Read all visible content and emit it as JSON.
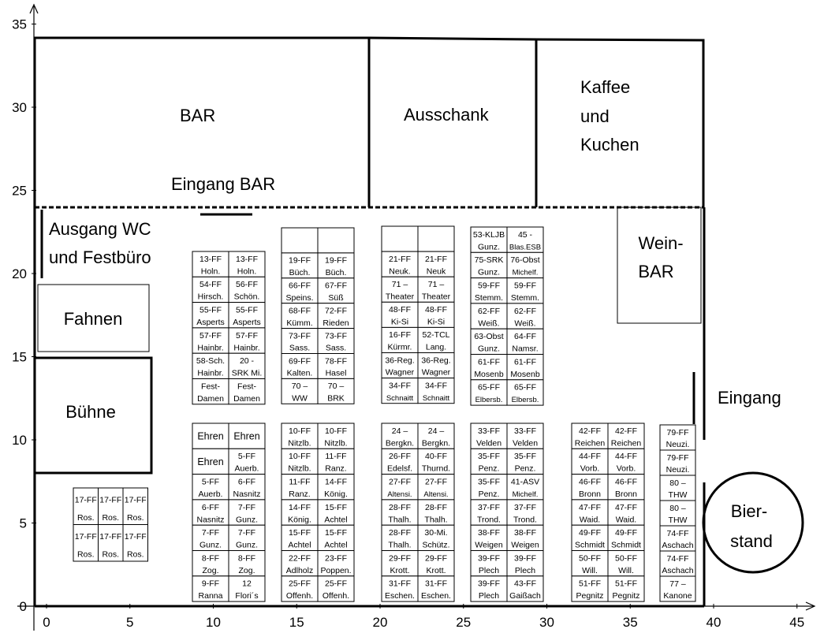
{
  "axes": {
    "x_ticks": [
      "0",
      "5",
      "10",
      "15",
      "20",
      "25",
      "30",
      "35",
      "40",
      "45"
    ],
    "y_ticks": [
      "0",
      "5",
      "10",
      "15",
      "20",
      "25",
      "30",
      "35"
    ]
  },
  "labels": {
    "bar": "BAR",
    "ausschank": "Ausschank",
    "kaffee": [
      "Kaffee",
      "und",
      "Kuchen"
    ],
    "eingang_bar": "Eingang BAR",
    "ausgang_wc": [
      "Ausgang WC",
      "und Festbüro"
    ],
    "fahnen": "Fahnen",
    "buehne": "Bühne",
    "wein_bar": [
      "Wein-",
      "BAR"
    ],
    "eingang": "Eingang",
    "bierstand": [
      "Bier-",
      "stand"
    ]
  },
  "ros_block": [
    [
      [
        "17-FF",
        "Ros."
      ],
      [
        "17-FF",
        "Ros."
      ],
      [
        "17-FF",
        "Ros."
      ]
    ],
    [
      [
        "17-FF",
        "Ros."
      ],
      [
        "17-FF",
        "Ros."
      ],
      [
        "17-FF",
        "Ros."
      ]
    ]
  ],
  "upper_blocks": [
    [
      [
        [
          "13-FF",
          "Holn."
        ],
        [
          "13-FF",
          "Holn."
        ]
      ],
      [
        [
          "54-FF",
          "Hirsch."
        ],
        [
          "56-FF",
          "Schön."
        ]
      ],
      [
        [
          "55-FF",
          "Asperts"
        ],
        [
          "55-FF",
          "Asperts"
        ]
      ],
      [
        [
          "57-FF",
          "Hainbr."
        ],
        [
          "57-FF",
          "Hainbr."
        ]
      ],
      [
        [
          "58-Sch.",
          "Hainbr."
        ],
        [
          "20 -",
          "SRK Mi."
        ]
      ],
      [
        [
          "Fest-",
          "Damen"
        ],
        [
          "Fest-",
          "Damen"
        ]
      ]
    ],
    [
      [
        [],
        []
      ],
      [
        [
          "19-FF",
          "Büch."
        ],
        [
          "19-FF",
          "Büch."
        ]
      ],
      [
        [
          "66-FF",
          "Speins."
        ],
        [
          "67-FF",
          "Süß"
        ]
      ],
      [
        [
          "68-FF",
          "Kümm."
        ],
        [
          "72-FF",
          "Rieden"
        ]
      ],
      [
        [
          "73-FF",
          "Sass."
        ],
        [
          "73-FF",
          "Sass."
        ]
      ],
      [
        [
          "69-FF",
          "Kalten."
        ],
        [
          "78-FF",
          "Hasel"
        ]
      ],
      [
        [
          "70 –",
          "WW"
        ],
        [
          "70 –",
          "BRK"
        ]
      ]
    ],
    [
      [
        [],
        []
      ],
      [
        [
          "21-FF",
          "Neuk."
        ],
        [
          "21-FF",
          "Neuk"
        ]
      ],
      [
        [
          "71 –",
          "Theater"
        ],
        [
          "71 –",
          "Theater"
        ]
      ],
      [
        [
          "48-FF",
          "Ki-Si"
        ],
        [
          "48-FF",
          "Ki-Si"
        ]
      ],
      [
        [
          "16-FF",
          "Kürmr."
        ],
        [
          "52-TCL",
          "Lang."
        ]
      ],
      [
        [
          "36-Reg.",
          "Wagner"
        ],
        [
          "36-Reg.",
          "Wagner"
        ]
      ],
      [
        [
          "34-FF",
          "Schnaitt"
        ],
        [
          "34-FF",
          "Schnaitt"
        ]
      ]
    ],
    [
      [
        [
          "53-KLJB",
          "Gunz."
        ],
        [
          "45 -",
          "Blas.ESB"
        ]
      ],
      [
        [
          "75-SRK",
          "Gunz."
        ],
        [
          "76-Obst",
          "Michelf."
        ]
      ],
      [
        [
          "59-FF",
          "Stemm."
        ],
        [
          "59-FF",
          "Stemm."
        ]
      ],
      [
        [
          "62-FF",
          "Weiß."
        ],
        [
          "62-FF",
          "Weiß."
        ]
      ],
      [
        [
          "63-Obst",
          "Gunz."
        ],
        [
          "64-FF",
          "Namsr."
        ]
      ],
      [
        [
          "61-FF",
          "Mosenb"
        ],
        [
          "61-FF",
          "Mosenb"
        ]
      ],
      [
        [
          "65-FF",
          "Elbersb."
        ],
        [
          "65-FF",
          "Elbersb."
        ]
      ]
    ]
  ],
  "lower_blocks": [
    [
      [
        [
          "Ehren"
        ],
        [
          "Ehren"
        ]
      ],
      [
        [
          "Ehren"
        ],
        [
          "5-FF",
          "Auerb."
        ]
      ],
      [
        [
          "5-FF",
          "Auerb."
        ],
        [
          "6-FF",
          "Nasnitz"
        ]
      ],
      [
        [
          "6-FF",
          "Nasnitz"
        ],
        [
          "7-FF",
          "Gunz."
        ]
      ],
      [
        [
          "7-FF",
          "Gunz."
        ],
        [
          "7-FF",
          "Gunz."
        ]
      ],
      [
        [
          "8-FF",
          "Zog."
        ],
        [
          "8-FF",
          "Zog."
        ]
      ],
      [
        [
          "9-FF",
          "Ranna"
        ],
        [
          "12",
          "Flori´s"
        ]
      ]
    ],
    [
      [
        [
          "10-FF",
          "Nitzlb."
        ],
        [
          "10-FF",
          "Nitzlb."
        ]
      ],
      [
        [
          "10-FF",
          "Nitzlb."
        ],
        [
          "11-FF",
          "Ranz."
        ]
      ],
      [
        [
          "11-FF",
          "Ranz."
        ],
        [
          "14-FF",
          "König."
        ]
      ],
      [
        [
          "14-FF",
          "König."
        ],
        [
          "15-FF",
          "Achtel"
        ]
      ],
      [
        [
          "15-FF",
          "Achtel"
        ],
        [
          "15-FF",
          "Achtel"
        ]
      ],
      [
        [
          "22-FF",
          "Adlholz"
        ],
        [
          "23-FF",
          "Poppen."
        ]
      ],
      [
        [
          "25-FF",
          "Offenh."
        ],
        [
          "25-FF",
          "Offenh."
        ]
      ]
    ],
    [
      [
        [
          "24 –",
          "Bergkn."
        ],
        [
          "24 –",
          "Bergkn."
        ]
      ],
      [
        [
          "26-FF",
          "Edelsf."
        ],
        [
          "40-FF",
          "Thurnd."
        ]
      ],
      [
        [
          "27-FF",
          "Altensi."
        ],
        [
          "27-FF",
          "Altensi."
        ]
      ],
      [
        [
          "28-FF",
          "Thalh."
        ],
        [
          "28-FF",
          "Thalh."
        ]
      ],
      [
        [
          "28-FF",
          "Thalh."
        ],
        [
          "30-Mi.",
          "Schütz."
        ]
      ],
      [
        [
          "29-FF",
          "Krott."
        ],
        [
          "29-FF",
          "Krott."
        ]
      ],
      [
        [
          "31-FF",
          "Eschen."
        ],
        [
          "31-FF",
          "Eschen."
        ]
      ]
    ],
    [
      [
        [
          "33-FF",
          "Velden"
        ],
        [
          "33-FF",
          "Velden"
        ]
      ],
      [
        [
          "35-FF",
          "Penz."
        ],
        [
          "35-FF",
          "Penz."
        ]
      ],
      [
        [
          "35-FF",
          "Penz."
        ],
        [
          "41-ASV",
          "Michelf."
        ]
      ],
      [
        [
          "37-FF",
          "Trond."
        ],
        [
          "37-FF",
          "Trond."
        ]
      ],
      [
        [
          "38-FF",
          "Weigen"
        ],
        [
          "38-FF",
          "Weigen"
        ]
      ],
      [
        [
          "39-FF",
          "Plech"
        ],
        [
          "39-FF",
          "Plech"
        ]
      ],
      [
        [
          "39-FF",
          "Plech"
        ],
        [
          "43-FF",
          "Gaißach"
        ]
      ]
    ],
    [
      [
        [
          "42-FF",
          "Reichen"
        ],
        [
          "42-FF",
          "Reichen"
        ]
      ],
      [
        [
          "44-FF",
          "Vorb."
        ],
        [
          "44-FF",
          "Vorb."
        ]
      ],
      [
        [
          "46-FF",
          "Bronn"
        ],
        [
          "46-FF",
          "Bronn"
        ]
      ],
      [
        [
          "47-FF",
          "Waid."
        ],
        [
          "47-FF",
          "Waid."
        ]
      ],
      [
        [
          "49-FF",
          "Schmidt"
        ],
        [
          "49-FF",
          "Schmidt"
        ]
      ],
      [
        [
          "50-FF",
          "Will."
        ],
        [
          "50-FF",
          "Will."
        ]
      ],
      [
        [
          "51-FF",
          "Pegnitz"
        ],
        [
          "51-FF",
          "Pegnitz"
        ]
      ]
    ],
    [
      [
        [
          "79-FF",
          "Neuzi."
        ]
      ],
      [
        [
          "79-FF",
          "Neuzi."
        ]
      ],
      [
        [
          "80 –",
          "THW"
        ]
      ],
      [
        [
          "80 –",
          "THW"
        ]
      ],
      [
        [
          "74-FF",
          "Aschach"
        ]
      ],
      [
        [
          "74-FF",
          "Aschach"
        ]
      ],
      [
        [
          "77 –",
          "Kanone"
        ]
      ]
    ]
  ]
}
